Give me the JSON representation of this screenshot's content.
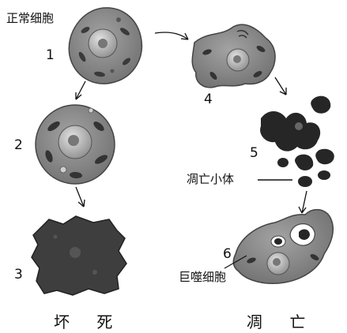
{
  "labels": {
    "normal_cell": "正常细胞",
    "apoptotic_body": "凋亡小体",
    "macrophage": "巨噬细胞",
    "necrosis": "坏 死",
    "apoptosis": "凋 亡"
  },
  "stages": [
    "1",
    "2",
    "3",
    "4",
    "5",
    "6"
  ],
  "colors": {
    "cell_fill": "#8d8d8d",
    "cell_dark": "#2e2e2e",
    "nucleus": "#b9b9b9",
    "ink": "#111111"
  }
}
